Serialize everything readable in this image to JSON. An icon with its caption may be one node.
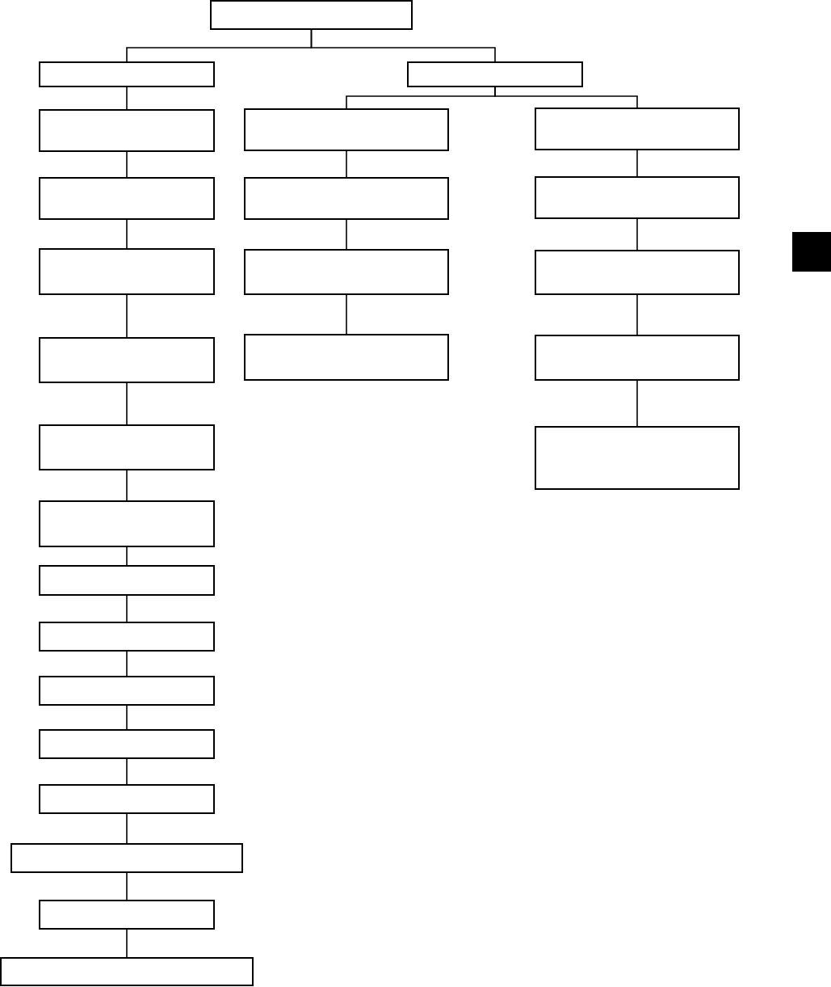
{
  "diagram": {
    "nodes": [
      {
        "text": [],
        "shape": "box"
      },
      {
        "text": [],
        "shape": "box"
      },
      {
        "text": [],
        "shape": "box"
      },
      {
        "text": [],
        "shape": "box"
      },
      {
        "text": [],
        "shape": "box"
      },
      {
        "text": [],
        "shape": "box"
      },
      {
        "text": [],
        "shape": "box"
      },
      {
        "text": [],
        "shape": "box"
      },
      {
        "text": [],
        "shape": "box"
      },
      {
        "text": [],
        "shape": "box"
      },
      {
        "text": [],
        "shape": "box"
      },
      {
        "text": [],
        "shape": "box"
      },
      {
        "text": [],
        "shape": "box"
      },
      {
        "text": [],
        "shape": "box"
      },
      {
        "text": [],
        "shape": "box"
      },
      {
        "text": [],
        "shape": "box"
      },
      {
        "text": [],
        "shape": "box"
      },
      {
        "text": [],
        "shape": "box"
      },
      {
        "text": [],
        "shape": "box"
      },
      {
        "text": [],
        "shape": "box"
      },
      {
        "text": [],
        "shape": "box"
      },
      {
        "text": [],
        "shape": "box"
      },
      {
        "text": [],
        "shape": "box"
      },
      {
        "text": [],
        "shape": "box"
      },
      {
        "text": [],
        "shape": "box"
      },
      {
        "text": [],
        "shape": "box"
      }
    ],
    "edges": [
      {
        "from": 0,
        "to": 1,
        "arrow": "none"
      },
      {
        "from": 0,
        "to": 2,
        "arrow": "none"
      },
      {
        "from": 1,
        "to": 3,
        "arrow": "none"
      },
      {
        "from": 3,
        "to": 4,
        "arrow": "none"
      },
      {
        "from": 4,
        "to": 5,
        "arrow": "none"
      },
      {
        "from": 5,
        "to": 6,
        "arrow": "none"
      },
      {
        "from": 6,
        "to": 7,
        "arrow": "none"
      },
      {
        "from": 7,
        "to": 8,
        "arrow": "none"
      },
      {
        "from": 8,
        "to": 9,
        "arrow": "none"
      },
      {
        "from": 9,
        "to": 10,
        "arrow": "none"
      },
      {
        "from": 10,
        "to": 11,
        "arrow": "none"
      },
      {
        "from": 11,
        "to": 12,
        "arrow": "none"
      },
      {
        "from": 12,
        "to": 13,
        "arrow": "none"
      },
      {
        "from": 13,
        "to": 14,
        "arrow": "none"
      },
      {
        "from": 14,
        "to": 15,
        "arrow": "none"
      },
      {
        "from": 15,
        "to": 16,
        "arrow": "none"
      },
      {
        "from": 2,
        "to": 17,
        "arrow": "none"
      },
      {
        "from": 17,
        "to": 18,
        "arrow": "none"
      },
      {
        "from": 18,
        "to": 19,
        "arrow": "none"
      },
      {
        "from": 19,
        "to": 20,
        "arrow": "none"
      },
      {
        "from": 2,
        "to": 21,
        "arrow": "none"
      },
      {
        "from": 21,
        "to": 22,
        "arrow": "none"
      },
      {
        "from": 22,
        "to": 23,
        "arrow": "none"
      },
      {
        "from": 23,
        "to": 24,
        "arrow": "none"
      },
      {
        "from": 24,
        "to": 25,
        "arrow": "none"
      }
    ]
  }
}
